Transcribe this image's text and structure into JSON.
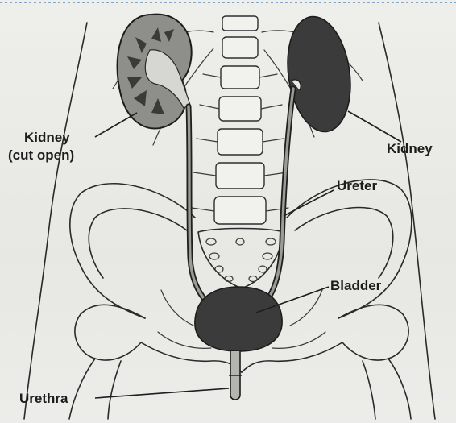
{
  "labels": {
    "kidney_cut_open_line1": "Kidney",
    "kidney_cut_open_line2": "(cut open)",
    "kidney": "Kidney",
    "ureter": "Ureter",
    "bladder": "Bladder",
    "urethra": "Urethra"
  },
  "colors": {
    "background": "#e9e9e6",
    "ink": "#1c1c1c",
    "organ_fill": "#3b3b3b",
    "cortex_fill": "#8e8e8b"
  }
}
